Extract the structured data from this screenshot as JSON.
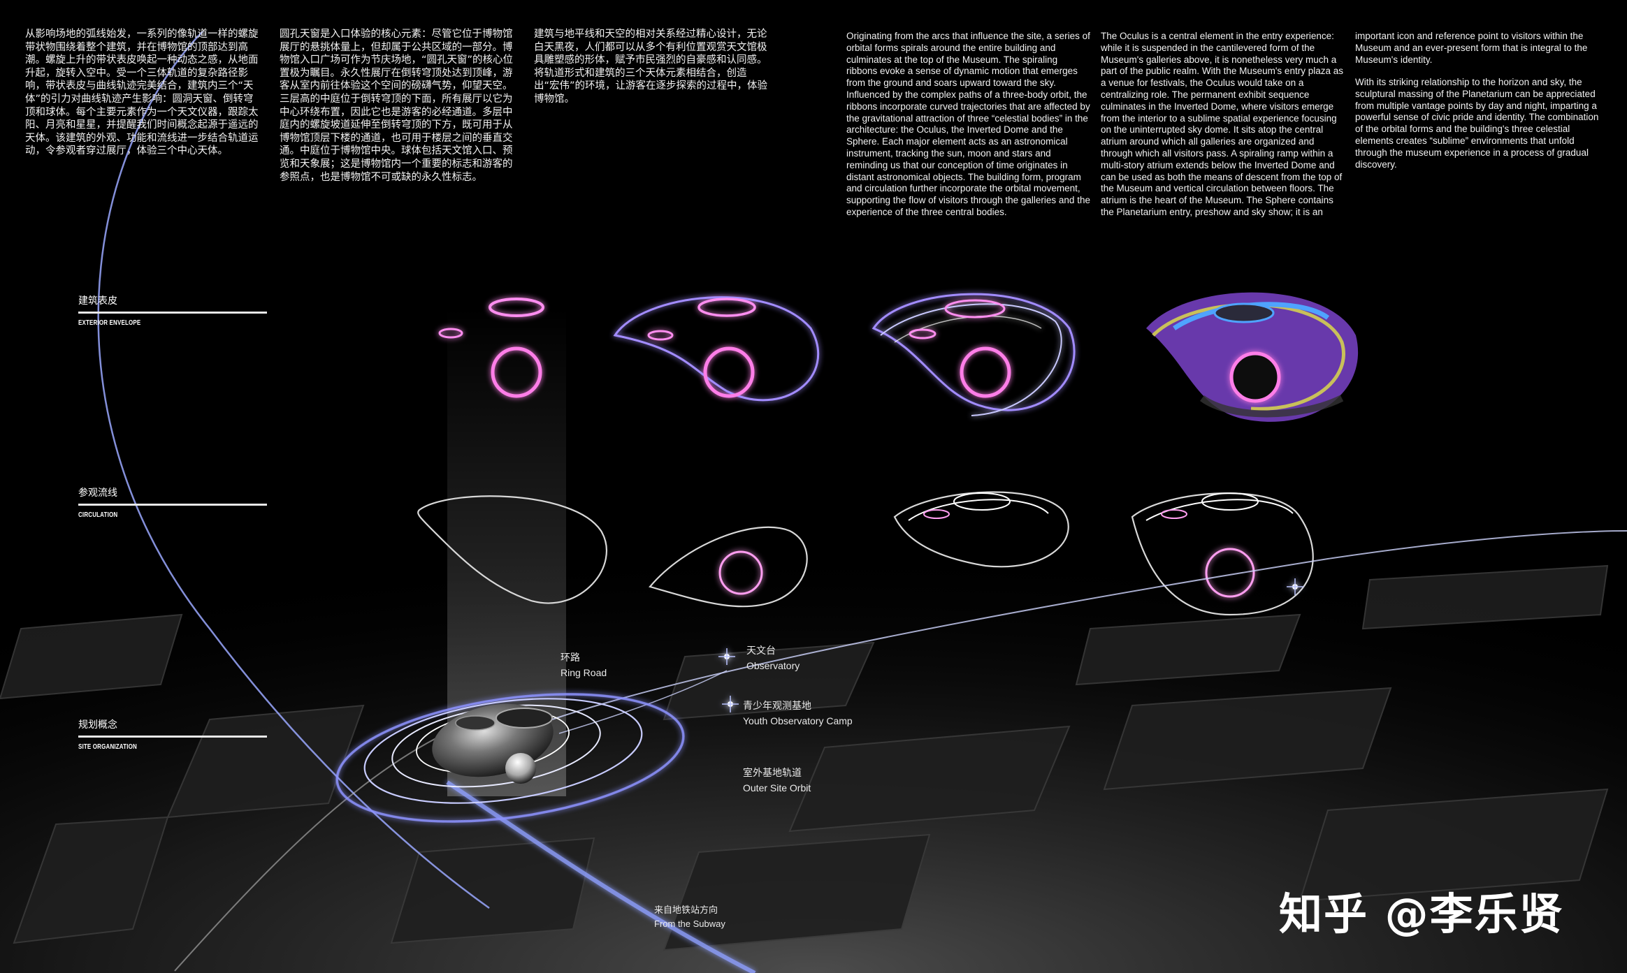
{
  "text_columns": {
    "zh_col_1": "从影响场地的弧线始发，一系列的像轨道一样的螺旋带状物围绕着整个建筑，并在博物馆的顶部达到高潮。螺旋上升的带状表皮唤起一种动态之感，从地面升起，旋转入空中。受一个三体轨道的复杂路径影响，带状表皮与曲线轨迹完美结合，建筑内三个“天体”的引力对曲线轨迹产生影响：圆洞天窗、倒转穹顶和球体。每个主要元素作为一个天文仪器，跟踪太阳、月亮和星星，并提醒我们时间概念起源于遥远的天体。该建筑的外观、功能和流线进一步结合轨道运动，令参观者穿过展厅，体验三个中心天体。",
    "zh_col_2": "圆孔天窗是入口体验的核心元素：尽管它位于博物馆展厅的悬挑体量上，但却属于公共区域的一部分。博物馆入口广场可作为节庆场地，“圆孔天窗”的核心位置极为瞩目。永久性展厅在倒转穹顶处达到顶峰，游客从室内前往体验这个空间的磅礴气势，仰望天空。三层高的中庭位于倒转穹顶的下面，所有展厅以它为中心环绕布置，因此它也是游客的必经通道。多层中庭内的螺旋坡道延伸至倒转穹顶的下方，既可用于从博物馆顶层下楼的通道，也可用于楼层之间的垂直交通。中庭位于博物馆中央。球体包括天文馆入口、预览和天象展；这是博物馆内一个重要的标志和游客的参照点，也是博物馆不可或缺的永久性标志。",
    "zh_col_3": "建筑与地平线和天空的相对关系经过精心设计，无论白天黑夜，人们都可以从多个有利位置观赏天文馆极具雕塑感的形体，赋予市民强烈的自豪感和认同感。将轨道形式和建筑的三个天体元素相结合，创造出“宏伟”的环境，让游客在逐步探索的过程中，体验博物馆。",
    "en_col_1": "Originating from the arcs that influence the site, a series of orbital forms spirals around the entire building and culminates at the top of the Museum. The spiraling ribbons evoke a sense of dynamic motion that emerges from the ground and soars upward toward the sky. Influenced by the complex paths of a three-body orbit, the ribbons incorporate curved trajectories that are affected by the gravitational attraction of three “celestial bodies” in the architecture: the Oculus, the Inverted Dome and the Sphere. Each major element acts as an astronomical instrument, tracking the sun, moon and stars and reminding us that our conception of time originates in distant astronomical objects. The building form, program and circulation further incorporate the orbital movement, supporting the flow of visitors through the galleries and the experience of the three central bodies.",
    "en_col_2": "The Oculus is a central element in the entry experience: while it is suspended in the cantilevered form of the Museum's galleries above, it is nonetheless very much a part of the public realm. With the Museum's entry plaza as a venue for festivals, the Oculus would take on a centralizing role. The permanent exhibit sequence culminates in the Inverted Dome, where visitors emerge from the interior to a sublime spatial experience focusing on the uninterrupted sky dome. It sits atop the central atrium around which all galleries are organized and through which all visitors pass. A spiraling ramp within a multi-story atrium extends below the Inverted Dome and can be used as both the means of descent from the top of the Museum and vertical circulation between floors. The atrium is the heart of the Museum. The Sphere contains the Planetarium entry, preshow and sky show; it is an",
    "en_col_3a": "important icon and reference point to visitors within the Museum and an ever-present form that is integral to the Museum's identity.",
    "en_col_3b": "With its striking relationship to the horizon and sky, the sculptural massing of the Planetarium can be appreciated from multiple vantage points by day and night, imparting a powerful sense of civic pride and identity. The combination of the orbital forms and the building's three celestial elements creates “sublime” environments that unfold through the museum experience in a process of gradual discovery."
  },
  "sections": [
    {
      "zh": "建筑表皮",
      "en": "EXTERIOR ENVELOPE"
    },
    {
      "zh": "参观流线",
      "en": "CIRCULATION"
    },
    {
      "zh": "规划概念",
      "en": "SITE ORGANIZATION"
    }
  ],
  "callouts": {
    "ring_road": {
      "zh": "环路",
      "en": "Ring Road"
    },
    "observatory": {
      "zh": "天文台",
      "en": "Observatory"
    },
    "youth_camp": {
      "zh": "青少年观测基地",
      "en": "Youth Observatory Camp"
    },
    "outer_orbit": {
      "zh": "室外基地轨道",
      "en": "Outer Site Orbit"
    },
    "subway": {
      "zh": "来自地铁站方向",
      "en": "From the Subway"
    }
  },
  "watermark": "知乎 @李乐贤",
  "colors": {
    "background": "#000000",
    "text": "#f2f2f2",
    "orbit_glow_pink": "#ff7ee8",
    "orbit_glow_violet": "#8f7cff",
    "ribbon_purple": "#7a43c9",
    "ribbon_blue": "#4fa3ff",
    "ribbon_gold": "#c9c05a",
    "ground_tiles": "#2a2a2a"
  }
}
